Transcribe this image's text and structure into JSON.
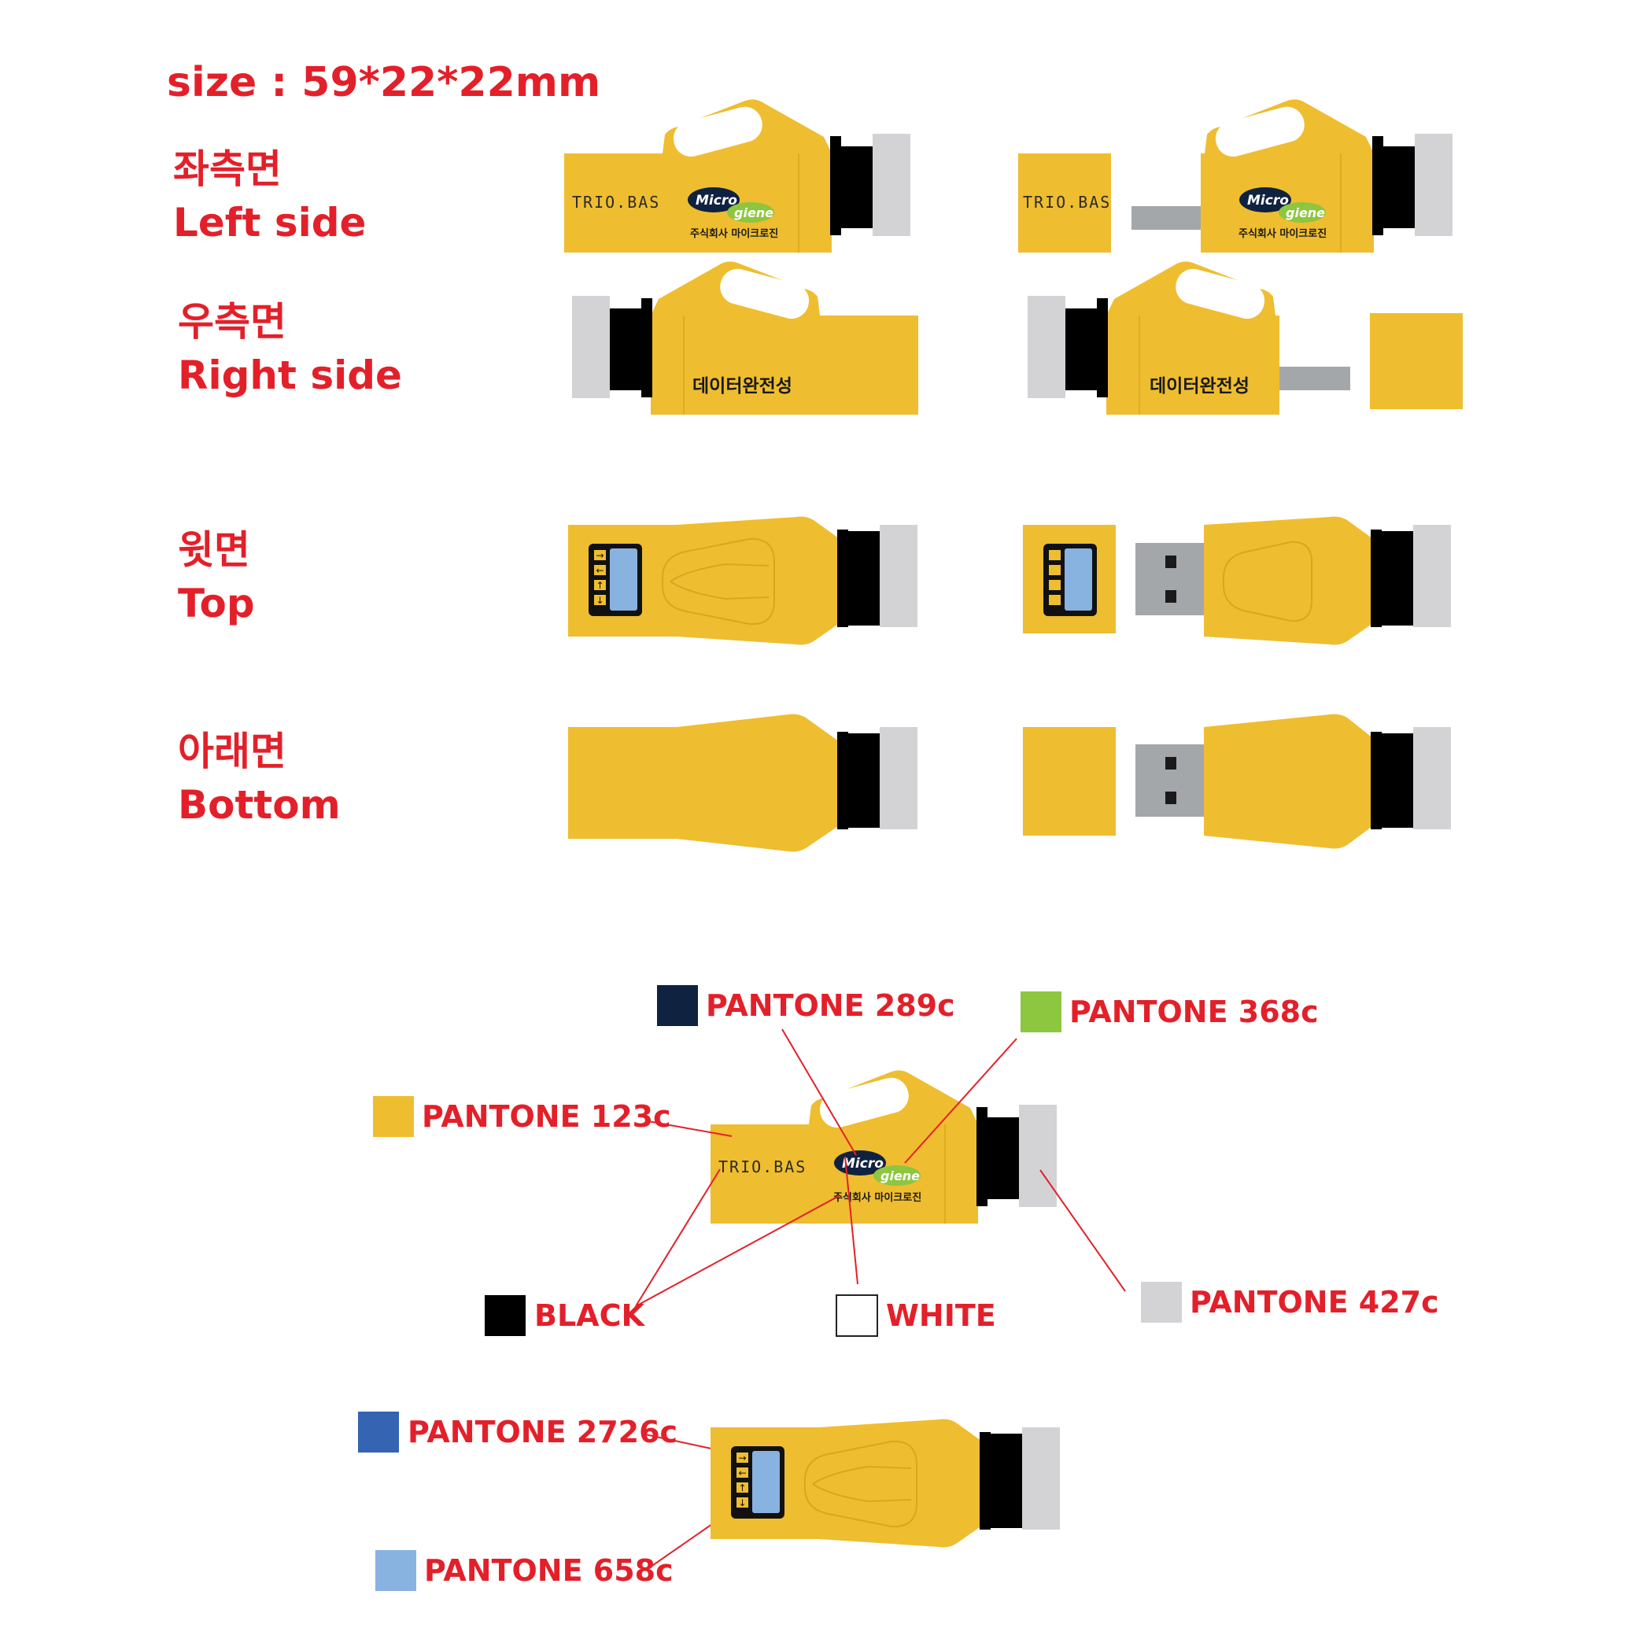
{
  "size_label": "size : 59*22*22mm",
  "views": [
    {
      "ko": "좌측면",
      "en": "Left side"
    },
    {
      "ko": "우측면",
      "en": "Right side"
    },
    {
      "ko": "윗면",
      "en": "Top"
    },
    {
      "ko": "아래면",
      "en": "Bottom"
    }
  ],
  "device": {
    "brand": "TRIO.BAS",
    "logo_top": "Micro",
    "logo_bottom": "giene",
    "company": "주식회사 마이크로진",
    "right_text": "데이터완전성"
  },
  "swatches": [
    {
      "label": "PANTONE 289c",
      "color": "#0f2240"
    },
    {
      "label": "PANTONE 368c",
      "color": "#8dc63f"
    },
    {
      "label": "PANTONE 123c",
      "color": "#efbd30"
    },
    {
      "label": "BLACK",
      "color": "#000000"
    },
    {
      "label": "WHITE",
      "color": "#ffffff"
    },
    {
      "label": "PANTONE 427c",
      "color": "#d3d3d5"
    },
    {
      "label": "PANTONE 2726c",
      "color": "#3464b2"
    },
    {
      "label": "PANTONE 658c",
      "color": "#88b2e0"
    }
  ],
  "colors": {
    "label_red": "#e3202a",
    "body": "#efbd30",
    "metal": "#a4a7aa",
    "screen": "#88b2e0"
  }
}
